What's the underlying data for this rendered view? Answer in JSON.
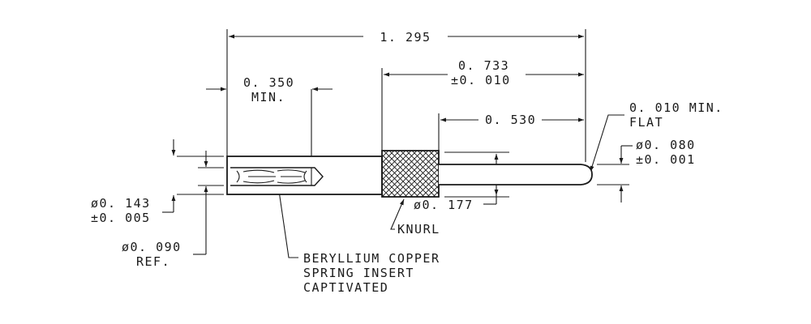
{
  "dimensions": {
    "overall_length": "1. 295",
    "min_length": {
      "value": "0. 350",
      "note": "MIN."
    },
    "knurl_to_tip": {
      "value": "0. 733",
      "tolerance": "±0. 010"
    },
    "pin_length": "0. 530",
    "tip_flat": {
      "value": "0. 010 MIN.",
      "note": "FLAT"
    },
    "pin_diameter": {
      "value": "ø0. 080",
      "tolerance": "±0. 001"
    },
    "body_diameter": {
      "value": "ø0. 143",
      "tolerance": "±0. 005"
    },
    "bore_diameter": {
      "value": "ø0. 090",
      "note": "REF."
    },
    "knurl_diameter": "ø0. 177"
  },
  "callouts": {
    "knurl": "KNURL",
    "insert_line1": "BERYLLIUM COPPER",
    "insert_line2": "SPRING INSERT",
    "insert_line3": "CAPTIVATED"
  },
  "colors": {
    "ink": "#1a1a1a",
    "paper": "#ffffff"
  }
}
